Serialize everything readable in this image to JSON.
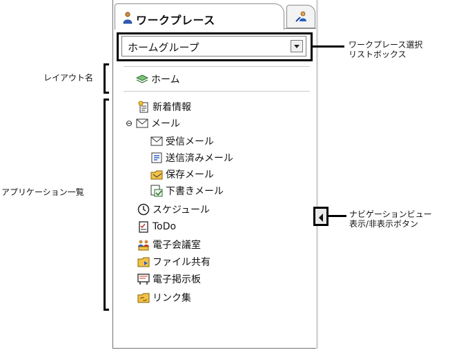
{
  "tabs": [
    {
      "label": "ワークプレース",
      "icon": "person-icon"
    },
    {
      "label": "",
      "icon": "person-chart-icon"
    }
  ],
  "workplace_select": {
    "value": "ホームグループ"
  },
  "layout_item": {
    "label": "ホーム",
    "icon": "layers-icon"
  },
  "apps": [
    {
      "label": "新着情報",
      "icon": "new-info-icon"
    },
    {
      "label": "メール",
      "icon": "mail-icon"
    },
    {
      "label": "受信メール",
      "icon": "inbox-mail-icon"
    },
    {
      "label": "送信済みメール",
      "icon": "sent-mail-icon"
    },
    {
      "label": "保存メール",
      "icon": "saved-mail-icon"
    },
    {
      "label": "下書きメール",
      "icon": "draft-mail-icon"
    },
    {
      "label": "スケジュール",
      "icon": "clock-icon"
    },
    {
      "label": "ToDo",
      "icon": "todo-icon"
    },
    {
      "label": "電子会議室",
      "icon": "meeting-room-icon"
    },
    {
      "label": "ファイル共有",
      "icon": "file-share-icon"
    },
    {
      "label": "電子掲示板",
      "icon": "bulletin-board-icon"
    },
    {
      "label": "リンク集",
      "icon": "links-folder-icon"
    }
  ],
  "callouts": {
    "workplace_select_1": "ワークプレース選択",
    "workplace_select_2": "リストボックス",
    "layout_name": "レイアウト名",
    "app_list": "アプリケーション一覧",
    "nav_view_1": "ナビゲーションビュー",
    "nav_view_2": "表示/非表示ボタン"
  }
}
